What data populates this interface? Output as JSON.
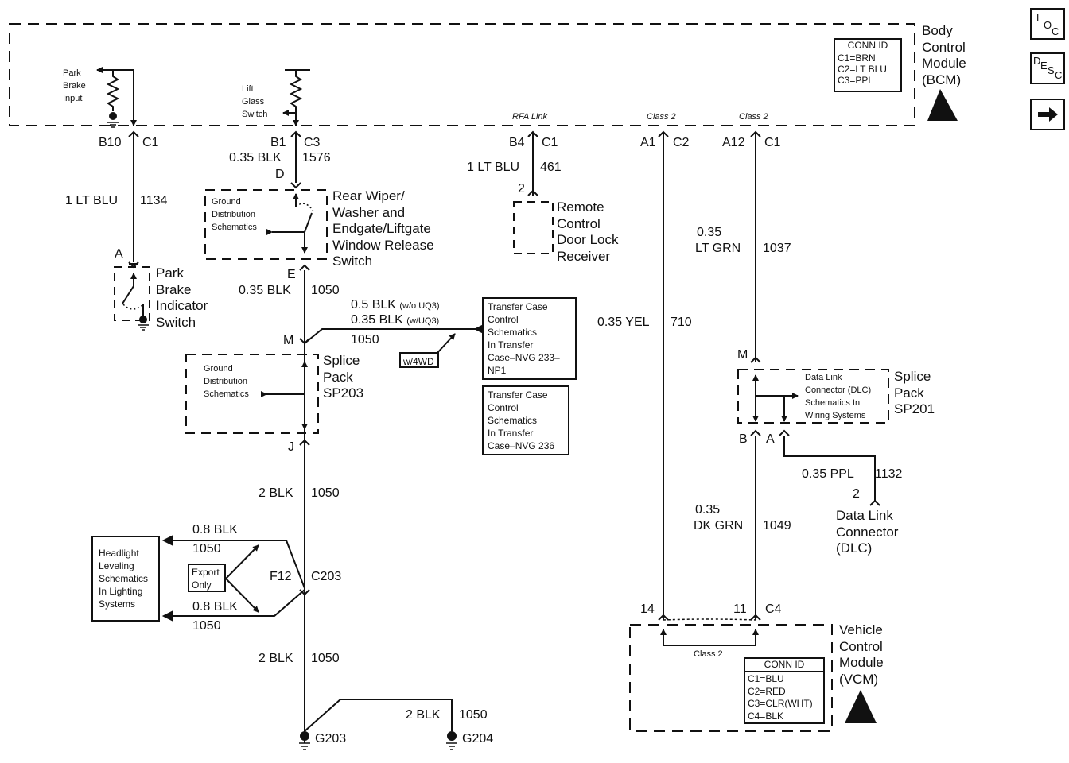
{
  "nav_buttons": {
    "loc": {
      "letters": [
        "L",
        "O",
        "C"
      ]
    },
    "desc": {
      "letters": [
        "D",
        "E",
        "S",
        "C"
      ]
    },
    "next": {
      "icon": "right-arrow-icon"
    }
  },
  "bcm": {
    "name_lines": [
      "Body",
      "Control",
      "Module",
      "(BCM)"
    ],
    "conn_id": {
      "header": "CONN ID",
      "rows": [
        "C1=BRN",
        "C2=LT BLU",
        "C3=PPL"
      ]
    },
    "park_brake_input": [
      "Park",
      "Brake",
      "Input"
    ],
    "lift_glass_switch": [
      "Lift",
      "Glass",
      "Switch"
    ],
    "rfa_link": "RFA Link",
    "class2_a": "Class 2",
    "class2_b": "Class 2"
  },
  "circuits": {
    "park_brake": {
      "pin": "B10",
      "conn": "C1",
      "wire": "1 LT BLU",
      "circuit": "1134",
      "pin_end": "A"
    },
    "lift_glass": {
      "pin": "B1",
      "conn": "C3",
      "wire": "0.35 BLK",
      "circuit": "1576",
      "pin_d": "D",
      "pin_e": "E",
      "wire2": "0.35 BLK",
      "circuit2": "1050"
    },
    "rfa": {
      "pin": "B4",
      "conn": "C1",
      "wire": "1 LT BLU",
      "circuit": "461",
      "pin_end": "2"
    },
    "class2_vcm": {
      "pin": "A1",
      "conn": "C2",
      "wire": "0.35 YEL",
      "circuit": "710",
      "pin_end": "14"
    },
    "class2_dlc": {
      "pin": "A12",
      "conn": "C1",
      "wire_gauge": "0.35",
      "wire_color": "LT GRN",
      "circuit": "1037",
      "pin_m": "M"
    },
    "dk_grn": {
      "pin_b": "B",
      "pin_a": "A",
      "wire_gauge": "0.35",
      "wire_color": "DK GRN",
      "circuit": "1049",
      "pin_end": "11",
      "conn_end": "C4"
    },
    "ppl": {
      "wire": "0.35 PPL",
      "circuit": "1132",
      "pin_end": "2"
    },
    "transfer_wire": {
      "line1": "0.5 BLK",
      "line1_note": "(w/o UQ3)",
      "line2": "0.35 BLK",
      "line2_note": "(w/UQ3)",
      "circuit": "1050",
      "option": "w/4WD"
    },
    "sp203_m": "M",
    "sp203_j": "J",
    "blk_1": {
      "wire": "2 BLK",
      "circuit": "1050"
    },
    "headlight_top": {
      "wire": "0.8 BLK",
      "circuit": "1050"
    },
    "headlight_bottom": {
      "wire": "0.8 BLK",
      "circuit": "1050"
    },
    "c203": {
      "pin": "F12",
      "conn": "C203"
    },
    "blk_2": {
      "wire": "2 BLK",
      "circuit": "1050"
    },
    "blk_3": {
      "wire": "2 BLK",
      "circuit": "1050"
    },
    "grounds": [
      "G203",
      "G204"
    ]
  },
  "components": {
    "rear_wiper": {
      "name_lines": [
        "Rear Wiper/",
        "Washer and",
        "Endgate/Liftgate",
        "Window Release",
        "Switch"
      ],
      "ref_lines": [
        "Ground",
        "Distribution",
        "Schematics"
      ]
    },
    "park_brake_switch": {
      "name_lines": [
        "Park",
        "Brake",
        "Indicator",
        "Switch"
      ]
    },
    "remote_receiver": {
      "name_lines": [
        "Remote",
        "Control",
        "Door Lock",
        "Receiver"
      ]
    },
    "sp203": {
      "name_lines": [
        "Splice",
        "Pack",
        "SP203"
      ],
      "ref_lines": [
        "Ground",
        "Distribution",
        "Schematics"
      ]
    },
    "sp201": {
      "name_lines": [
        "Splice",
        "Pack",
        "SP201"
      ],
      "ref_lines": [
        "Data Link",
        "Connector (DLC)",
        "Schematics In",
        "Wiring Systems"
      ]
    },
    "dlc": {
      "name_lines": [
        "Data Link",
        "Connector",
        "(DLC)"
      ]
    },
    "transfer_ref_1": [
      "Transfer Case",
      "Control",
      "Schematics",
      "In Transfer",
      "Case–NVG 233–",
      "NP1"
    ],
    "transfer_ref_2": [
      "Transfer Case",
      "Control",
      "Schematics",
      "In Transfer",
      "Case–NVG 236"
    ],
    "headlight_ref": [
      "Headlight",
      "Leveling",
      "Schematics",
      "In Lighting",
      "Systems"
    ],
    "export_only": [
      "Export",
      "Only"
    ]
  },
  "vcm": {
    "name_lines": [
      "Vehicle",
      "Control",
      "Module",
      "(VCM)"
    ],
    "class2": "Class 2",
    "conn_id": {
      "header": "CONN ID",
      "rows": [
        "C1=BLU",
        "C2=RED",
        "C3=CLR(WHT)",
        "C4=BLK"
      ]
    }
  }
}
